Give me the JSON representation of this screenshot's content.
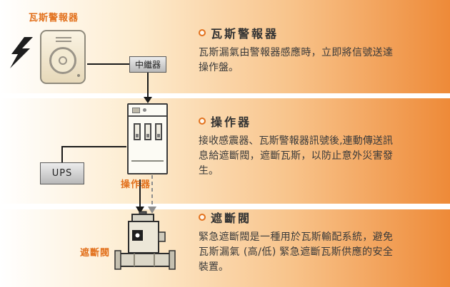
{
  "colors": {
    "accent_orange": "#e2711d",
    "band_orange_end": "#ee8a38",
    "heading_text": "#333333",
    "body_text": "#3a3a3a"
  },
  "diagram": {
    "alarm_label": "瓦斯警報器",
    "relay_label": "中繼器",
    "ups_label": "UPS",
    "operator_label": "操作器",
    "valve_label": "遮斷閥"
  },
  "sections": [
    {
      "heading": "瓦斯警報器",
      "body": "瓦斯漏氣由警報器感應時，立即將信號送達操作盤。"
    },
    {
      "heading": "操作器",
      "body": "接收感震器、瓦斯警報器訊號後,連動傳送訊息給遮斷閥，遮斷瓦斯，以防止意外災害發生。"
    },
    {
      "heading": "遮斷閥",
      "body": "緊急遮斷閥是一種用於瓦斯輸配系統，避免瓦斯漏氣 (高/低) 緊急遮斷瓦斯供應的安全裝置。"
    }
  ]
}
